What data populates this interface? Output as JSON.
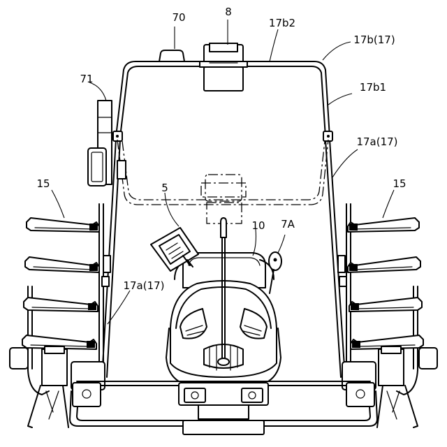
{
  "labels": {
    "part_70": "70",
    "part_8": "8",
    "part_17b2": "17b2",
    "part_17b": "17b(17)",
    "part_71": "71",
    "part_17b1": "17b1",
    "part_17a_right": "17a(17)",
    "part_15_left": "15",
    "part_15_right": "15",
    "part_5": "5",
    "part_10": "10",
    "part_7A": "7A",
    "part_17a_left": "17a(17)"
  }
}
